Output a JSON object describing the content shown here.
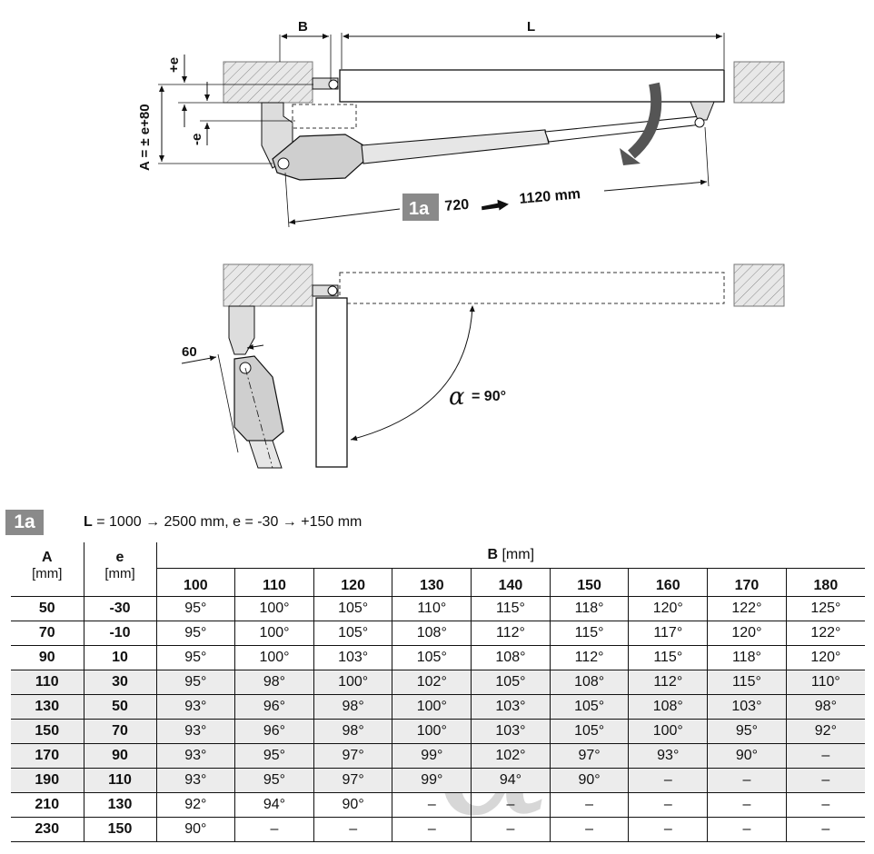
{
  "diagram": {
    "dim_B": "B",
    "dim_L": "L",
    "dim_plus_e": "+e",
    "dim_minus_e": "-e",
    "dim_A": "A = ± e+80",
    "fig_label": "1a",
    "stroke_min": "720",
    "stroke_max": "1120 mm",
    "dim_60": "60",
    "alpha_symbol": "α",
    "alpha_value": "= 90°"
  },
  "spec": {
    "badge": "1a",
    "L_label": "L",
    "L_range": "= 1000 → 2500 mm, e = -30 → +150 mm"
  },
  "table": {
    "head_A": "A",
    "head_A_unit": "[mm]",
    "head_e": "e",
    "head_e_unit": "[mm]",
    "head_B": "B",
    "head_B_unit": "[mm]",
    "b_values": [
      "100",
      "110",
      "120",
      "130",
      "140",
      "150",
      "160",
      "170",
      "180"
    ],
    "rows": [
      {
        "A": "50",
        "e": "-30",
        "vals": [
          "95°",
          "100°",
          "105°",
          "110°",
          "115°",
          "118°",
          "120°",
          "122°",
          "125°"
        ]
      },
      {
        "A": "70",
        "e": "-10",
        "vals": [
          "95°",
          "100°",
          "105°",
          "108°",
          "112°",
          "115°",
          "117°",
          "120°",
          "122°"
        ]
      },
      {
        "A": "90",
        "e": "10",
        "vals": [
          "95°",
          "100°",
          "103°",
          "105°",
          "108°",
          "112°",
          "115°",
          "118°",
          "120°"
        ]
      },
      {
        "A": "110",
        "e": "30",
        "vals": [
          "95°",
          "98°",
          "100°",
          "102°",
          "105°",
          "108°",
          "112°",
          "115°",
          "110°"
        ]
      },
      {
        "A": "130",
        "e": "50",
        "vals": [
          "93°",
          "96°",
          "98°",
          "100°",
          "103°",
          "105°",
          "108°",
          "103°",
          "98°"
        ]
      },
      {
        "A": "150",
        "e": "70",
        "vals": [
          "93°",
          "96°",
          "98°",
          "100°",
          "103°",
          "105°",
          "100°",
          "95°",
          "92°"
        ]
      },
      {
        "A": "170",
        "e": "90",
        "vals": [
          "93°",
          "95°",
          "97°",
          "99°",
          "102°",
          "97°",
          "93°",
          "90°",
          "–"
        ]
      },
      {
        "A": "190",
        "e": "110",
        "vals": [
          "93°",
          "95°",
          "97°",
          "99°",
          "94°",
          "90°",
          "–",
          "–",
          "–"
        ]
      },
      {
        "A": "210",
        "e": "130",
        "vals": [
          "92°",
          "94°",
          "90°",
          "–",
          "–",
          "–",
          "–",
          "–",
          "–"
        ]
      },
      {
        "A": "230",
        "e": "150",
        "vals": [
          "90°",
          "–",
          "–",
          "–",
          "–",
          "–",
          "–",
          "–",
          "–"
        ]
      }
    ],
    "shaded_rows": [
      3,
      4,
      5,
      6,
      7
    ]
  }
}
